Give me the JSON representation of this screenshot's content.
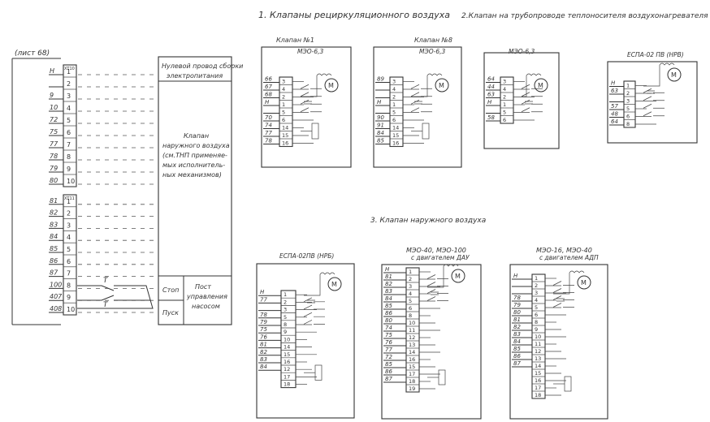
{
  "headings": {
    "h1": "1. Клапаны рециркуляционного воздуха",
    "h2": "2.Клапан на трубопроводе теплоносителя воздухонагревателя",
    "h3": "3. Клапан наружного воздуха"
  },
  "left_panel": {
    "sheet_ref": "(лист 68)",
    "strip1_label": "ХТ10",
    "strip2_label": "ХТ11",
    "strip1_wires": [
      "Н",
      "",
      "9",
      "10",
      "72",
      "75",
      "77",
      "78",
      "79",
      "80"
    ],
    "strip1_terms": [
      "1",
      "2",
      "3",
      "4",
      "5",
      "6",
      "7",
      "8",
      "9",
      "10"
    ],
    "strip2_wires": [
      "81",
      "82",
      "83",
      "84",
      "85",
      "86",
      "87",
      "100",
      "407",
      "408"
    ],
    "strip2_terms": [
      "1",
      "2",
      "3",
      "4",
      "5",
      "6",
      "7",
      "8",
      "9",
      "10"
    ],
    "switch_label": "Т",
    "table_header": [
      "Нулевой провод сборки",
      "электропитания"
    ],
    "table_valve": [
      "Клапан",
      "наружного воздуха",
      "(см.ТНП применяе-",
      "мых исполнитель-",
      "ных механизмов)"
    ],
    "table_stop": "Стоп",
    "table_start": "Пуск",
    "table_post": [
      "Пост",
      "управления",
      "насосом"
    ]
  },
  "valves": [
    {
      "title": "Клапан №1",
      "subtitle": "МЭО-6,3",
      "wires": [
        "66",
        "67",
        "68",
        "Н",
        "",
        "70",
        "74",
        "77",
        "78"
      ],
      "terms": [
        "3",
        "4",
        "2",
        "1",
        "5",
        "6",
        "14",
        "15",
        "16"
      ],
      "motor": "М"
    },
    {
      "title": "Клапан №8",
      "subtitle": "МЭО-6,3",
      "wires": [
        "89",
        "",
        "",
        "Н",
        "",
        "90",
        "91",
        "84",
        "85"
      ],
      "terms": [
        "3",
        "4",
        "2",
        "1",
        "5",
        "6",
        "14",
        "15",
        "16"
      ],
      "motor": "М"
    },
    {
      "title": "",
      "subtitle": "МЭО-6,3",
      "wires": [
        "64",
        "44",
        "63",
        "Н",
        "",
        "58"
      ],
      "terms": [
        "3",
        "4",
        "2",
        "1",
        "5",
        "6"
      ],
      "motor": "М"
    },
    {
      "title": "",
      "subtitle": "ЕСПА-02 ПВ (НРВ)",
      "wires": [
        "Н",
        "63",
        "",
        "57",
        "48",
        "64"
      ],
      "terms": [
        "1",
        "2",
        "3",
        "5",
        "6",
        "8"
      ],
      "motor": "М"
    },
    {
      "title": "",
      "subtitle": "ЕСПА-02ПВ (НРБ)",
      "wires": [
        "Н",
        "77",
        "",
        "78",
        "79",
        "75",
        "76",
        "81",
        "82",
        "83",
        "84"
      ],
      "terms": [
        "1",
        "2",
        "3",
        "5",
        "8",
        "9",
        "10",
        "14",
        "15",
        "16",
        "12",
        "17",
        "18"
      ],
      "motor": "М"
    },
    {
      "title": "МЭО-40, МЭО-100",
      "subtitle": "с двигателем ДАУ",
      "wires": [
        "Н",
        "81",
        "82",
        "83",
        "84",
        "85",
        "86",
        "80",
        "74",
        "75",
        "76",
        "77",
        "72",
        "85",
        "86",
        "87"
      ],
      "terms": [
        "1",
        "2",
        "3",
        "4",
        "5",
        "6",
        "8",
        "10",
        "11",
        "12",
        "13",
        "14",
        "16",
        "15",
        "17",
        "18",
        "19"
      ],
      "motor": "М"
    },
    {
      "title": "МЭО-16, МЭО-40",
      "subtitle": "с двигателем АДП",
      "wires": [
        "Н",
        "",
        "",
        "78",
        "79",
        "80",
        "81",
        "82",
        "83",
        "84",
        "85",
        "86",
        "87"
      ],
      "terms": [
        "1",
        "2",
        "3",
        "4",
        "5",
        "6",
        "8",
        "9",
        "10",
        "11",
        "12",
        "13",
        "14",
        "15",
        "16",
        "17",
        "18"
      ],
      "motor": "М"
    }
  ]
}
